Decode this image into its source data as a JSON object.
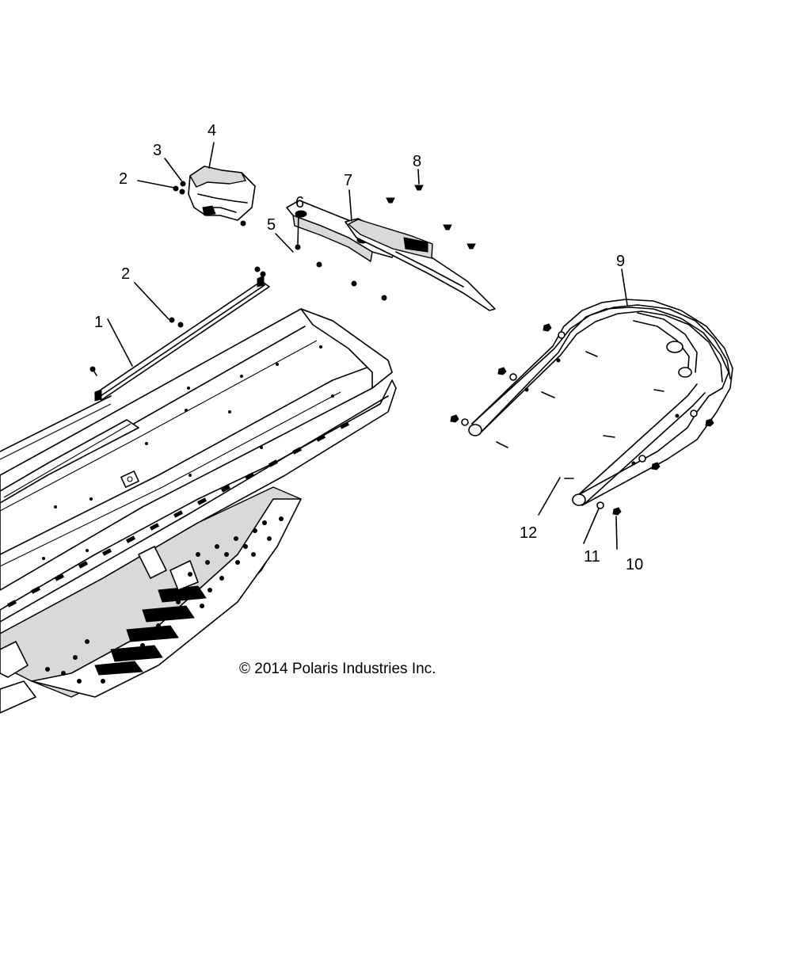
{
  "copyright": "© 2014 Polaris Industries Inc.",
  "callouts": {
    "c1": "1",
    "c2a": "2",
    "c2b": "2",
    "c3": "3",
    "c4": "4",
    "c5": "5",
    "c6": "6",
    "c7": "7",
    "c8": "8",
    "c9": "9",
    "c10": "10",
    "c11": "11",
    "c12": "12"
  }
}
